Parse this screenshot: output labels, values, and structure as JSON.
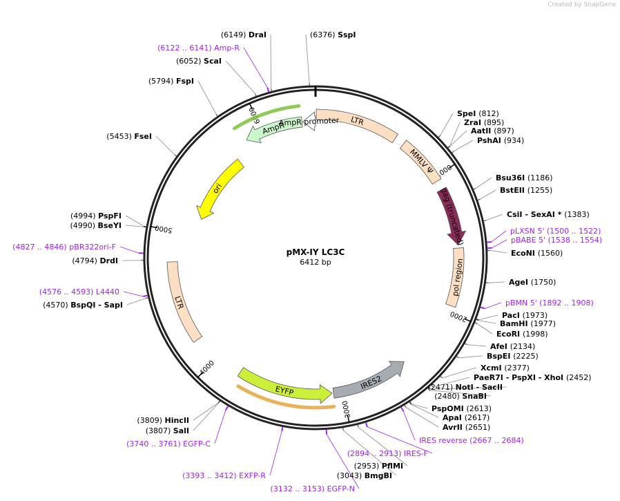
{
  "watermark": "Created by SnapGene",
  "plasmid": {
    "name": "pMX-IY LC3C",
    "length_label": "6412 bp",
    "length": 6412
  },
  "ticks": [
    "1000",
    "2000",
    "3000",
    "4000",
    "5000",
    "6000"
  ],
  "features": [
    {
      "label": "LTR",
      "start": 5,
      "end": 601,
      "dir": "none",
      "color": "#fde0c4"
    },
    {
      "label": "MMLV Ψ",
      "start": 672,
      "end": 1030,
      "dir": "none",
      "color": "#fde0c4"
    },
    {
      "label": "gag (truncated)",
      "start": 1098,
      "end": 1513,
      "dir": "fwd",
      "color": "#8b2b5a"
    },
    {
      "label": "pol region",
      "start": 1534,
      "end": 1950,
      "dir": "none",
      "color": "#fde0c4"
    },
    {
      "label": "IRES2",
      "start": 2485,
      "end": 3071,
      "dir": "rev",
      "color": "#a5adb3"
    },
    {
      "label": "EYFP",
      "start": 3081,
      "end": 3800,
      "dir": "rev",
      "color": "#ccf03a"
    },
    {
      "label": "LTR",
      "start": 4190,
      "end": 4780,
      "dir": "none",
      "color": "#fde0c4"
    },
    {
      "label": "ori",
      "start": 5140,
      "end": 5730,
      "dir": "rev",
      "color": "#ffff00"
    },
    {
      "label": "AmpR",
      "start": 5870,
      "end": 6310,
      "dir": "rev",
      "color": "#ccf7cc"
    },
    {
      "label": "AmpR promoter",
      "start": 6315,
      "end": 6412,
      "dir": "rev",
      "color": "#ffffff"
    }
  ],
  "sites": [
    {
      "name": "SspI",
      "pos": "(6376)",
      "kind": "enzyme"
    },
    {
      "name": "DraI",
      "pos": "(6149)",
      "kind": "enzyme"
    },
    {
      "name": "Amp-R",
      "pos": "(6122 .. 6141)",
      "kind": "primer"
    },
    {
      "name": "ScaI",
      "pos": "(6052)",
      "kind": "enzyme"
    },
    {
      "name": "FspI",
      "pos": "(5794)",
      "kind": "enzyme"
    },
    {
      "name": "FseI",
      "pos": "(5453)",
      "kind": "enzyme"
    },
    {
      "name": "PspFI",
      "pos": "(4994)",
      "kind": "enzyme"
    },
    {
      "name": "BseYI",
      "pos": "(4990)",
      "kind": "enzyme"
    },
    {
      "name": "pBR322ori-F",
      "pos": "(4827 .. 4846)",
      "kind": "primer"
    },
    {
      "name": "DrdI",
      "pos": "(4794)",
      "kind": "enzyme"
    },
    {
      "name": "L4440",
      "pos": "(4576 .. 4593)",
      "kind": "primer"
    },
    {
      "name": "BspQI - SapI",
      "pos": "(4570)",
      "kind": "enzyme"
    },
    {
      "name": "HincII",
      "pos": "(3809)",
      "kind": "enzyme"
    },
    {
      "name": "SalI",
      "pos": "(3807)",
      "kind": "enzyme"
    },
    {
      "name": "EGFP-C",
      "pos": "(3740 .. 3761)",
      "kind": "primer"
    },
    {
      "name": "EXFP-R",
      "pos": "(3393 .. 3412)",
      "kind": "primer"
    },
    {
      "name": "EGFP-N",
      "pos": "(3132 .. 3153)",
      "kind": "primer"
    },
    {
      "name": "BmgBI",
      "pos": "(3043)",
      "kind": "enzyme"
    },
    {
      "name": "PflMI",
      "pos": "(2953)",
      "kind": "enzyme"
    },
    {
      "name": "IRES-F",
      "pos": "(2894 .. 2913)",
      "kind": "primer"
    },
    {
      "name": "IRES reverse",
      "pos": "(2667 .. 2684)",
      "kind": "primer"
    },
    {
      "name": "AvrII",
      "pos": "(2651)",
      "kind": "enzyme"
    },
    {
      "name": "ApaI",
      "pos": "(2617)",
      "kind": "enzyme"
    },
    {
      "name": "PspOMI",
      "pos": "(2613)",
      "kind": "enzyme"
    },
    {
      "name": "SnaBI",
      "pos": "(2480)",
      "kind": "enzyme"
    },
    {
      "name": "NotI - SacII",
      "pos": "(2471)",
      "kind": "enzyme"
    },
    {
      "name": "PaeR7I - PspXI - XhoI",
      "pos": "(2452)",
      "kind": "enzyme"
    },
    {
      "name": "XcmI",
      "pos": "(2377)",
      "kind": "enzyme"
    },
    {
      "name": "BspEI",
      "pos": "(2225)",
      "kind": "enzyme"
    },
    {
      "name": "AfeI",
      "pos": "(2134)",
      "kind": "enzyme"
    },
    {
      "name": "EcoRI",
      "pos": "(1998)",
      "kind": "enzyme"
    },
    {
      "name": "BamHI",
      "pos": "(1977)",
      "kind": "enzyme"
    },
    {
      "name": "PacI",
      "pos": "(1973)",
      "kind": "enzyme"
    },
    {
      "name": "pBMN 5'",
      "pos": "(1892 .. 1908)",
      "kind": "primer"
    },
    {
      "name": "AgeI",
      "pos": "(1750)",
      "kind": "enzyme"
    },
    {
      "name": "EcoNI",
      "pos": "(1560)",
      "kind": "enzyme"
    },
    {
      "name": "pBABE 5'",
      "pos": "(1538 .. 1554)",
      "kind": "primer"
    },
    {
      "name": "pLXSN 5'",
      "pos": "(1500 .. 1522)",
      "kind": "primer"
    },
    {
      "name": "CsiI - SexAI *",
      "pos": "(1383)",
      "kind": "enzyme"
    },
    {
      "name": "BstEII",
      "pos": "(1255)",
      "kind": "enzyme"
    },
    {
      "name": "Bsu36I",
      "pos": "(1186)",
      "kind": "enzyme"
    },
    {
      "name": "PshAI",
      "pos": "(934)",
      "kind": "enzyme"
    },
    {
      "name": "AatII",
      "pos": "(897)",
      "kind": "enzyme"
    },
    {
      "name": "ZraI",
      "pos": "(895)",
      "kind": "enzyme"
    },
    {
      "name": "SpeI",
      "pos": "(812)",
      "kind": "enzyme"
    }
  ]
}
